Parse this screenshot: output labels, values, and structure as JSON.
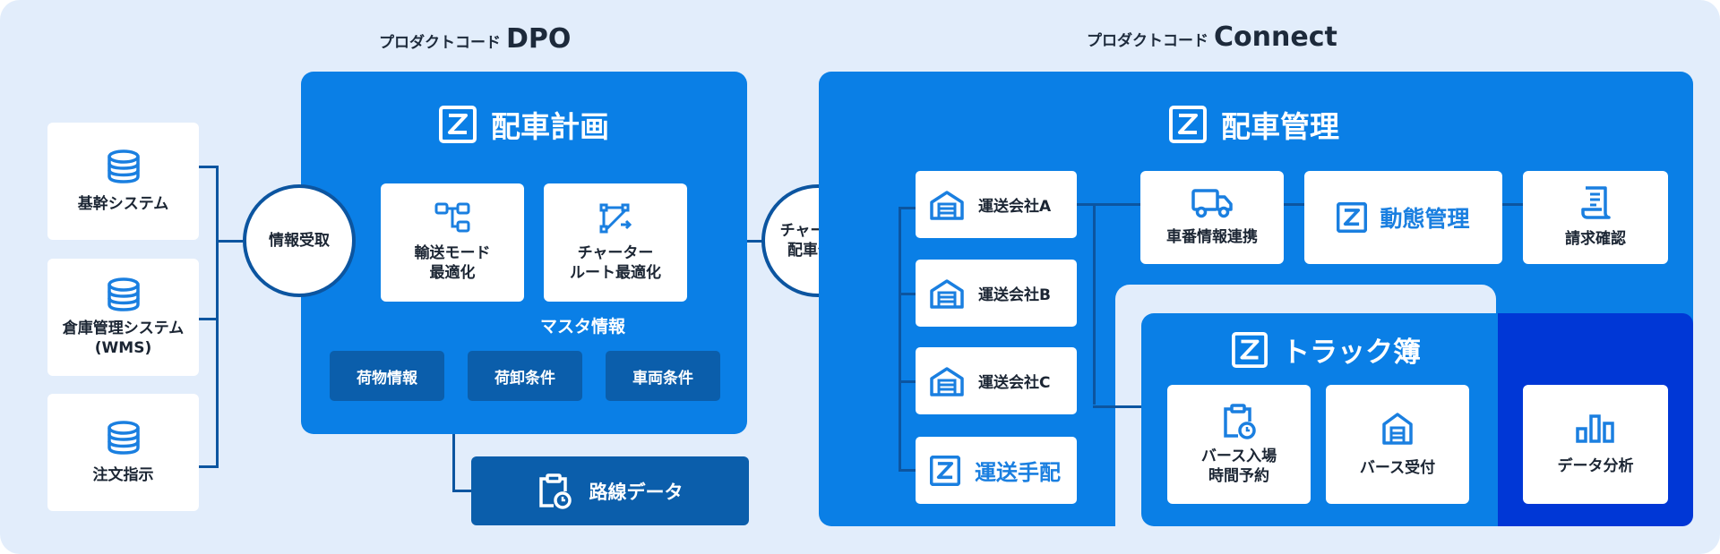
{
  "captions": {
    "dpo": {
      "prefix": "プロダクトコード",
      "name": "DPO"
    },
    "connect": {
      "prefix": "プロダクトコード",
      "name": "Connect"
    }
  },
  "sources": [
    {
      "label": "基幹システム",
      "icon": "database-icon"
    },
    {
      "label": "倉庫管理システム\n(WMS)",
      "icon": "database-icon"
    },
    {
      "label": "注文指示",
      "icon": "database-icon"
    }
  ],
  "nodes": {
    "info_receive": "情報受取",
    "charter_request": "チャーター\n配車依頼"
  },
  "dispatch_plan": {
    "title": "配車計画",
    "transport_mode": "輸送モード\n最適化",
    "charter_route": "チャーター\nルート最適化",
    "master_label": "マスタ情報",
    "master_items": [
      "荷物情報",
      "荷卸条件",
      "車両条件"
    ]
  },
  "route_data": "路線データ",
  "dispatch_mgmt": {
    "title": "配車管理",
    "carriers": [
      "運送会社A",
      "運送会社B",
      "運送会社C"
    ],
    "transport_arrange": "運送手配",
    "vehicle_link": "車番情報連携",
    "tracking": "動態管理",
    "billing": "請求確認",
    "data_analysis": "データ分析"
  },
  "truckbook": {
    "title": "トラック簿",
    "berth_reservation": "バース入場\n時間予約",
    "berth_reception": "バース受付"
  },
  "colors": {
    "background": "#e2edfb",
    "panel_blue": "#0a7fe6",
    "dark_blue": "#0b5eab",
    "line_navy": "#0c55a0",
    "deep_blue": "#0037d6",
    "brand_text": "#1a7fe0"
  }
}
